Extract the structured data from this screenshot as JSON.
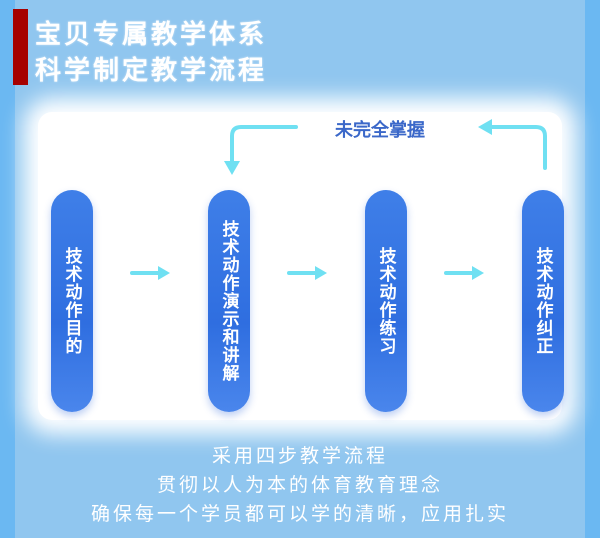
{
  "header": {
    "line1": "宝贝专属教学体系",
    "line2": "科学制定教学流程"
  },
  "flow": {
    "loop_label": "未完全掌握",
    "steps": [
      {
        "label": "技术动作目的"
      },
      {
        "label": "技术动作演示和讲解"
      },
      {
        "label": "技术动作练习"
      },
      {
        "label": "技术动作纠正"
      }
    ]
  },
  "footer": {
    "line1": "采用四步教学流程",
    "line2": "贯彻以人为本的体育教育理念",
    "line3": "确保每一个学员都可以学的清晰，应用扎实"
  },
  "colors": {
    "accent": "#3a78e6",
    "arrow": "#6fe0f2",
    "red": "#a60000"
  }
}
